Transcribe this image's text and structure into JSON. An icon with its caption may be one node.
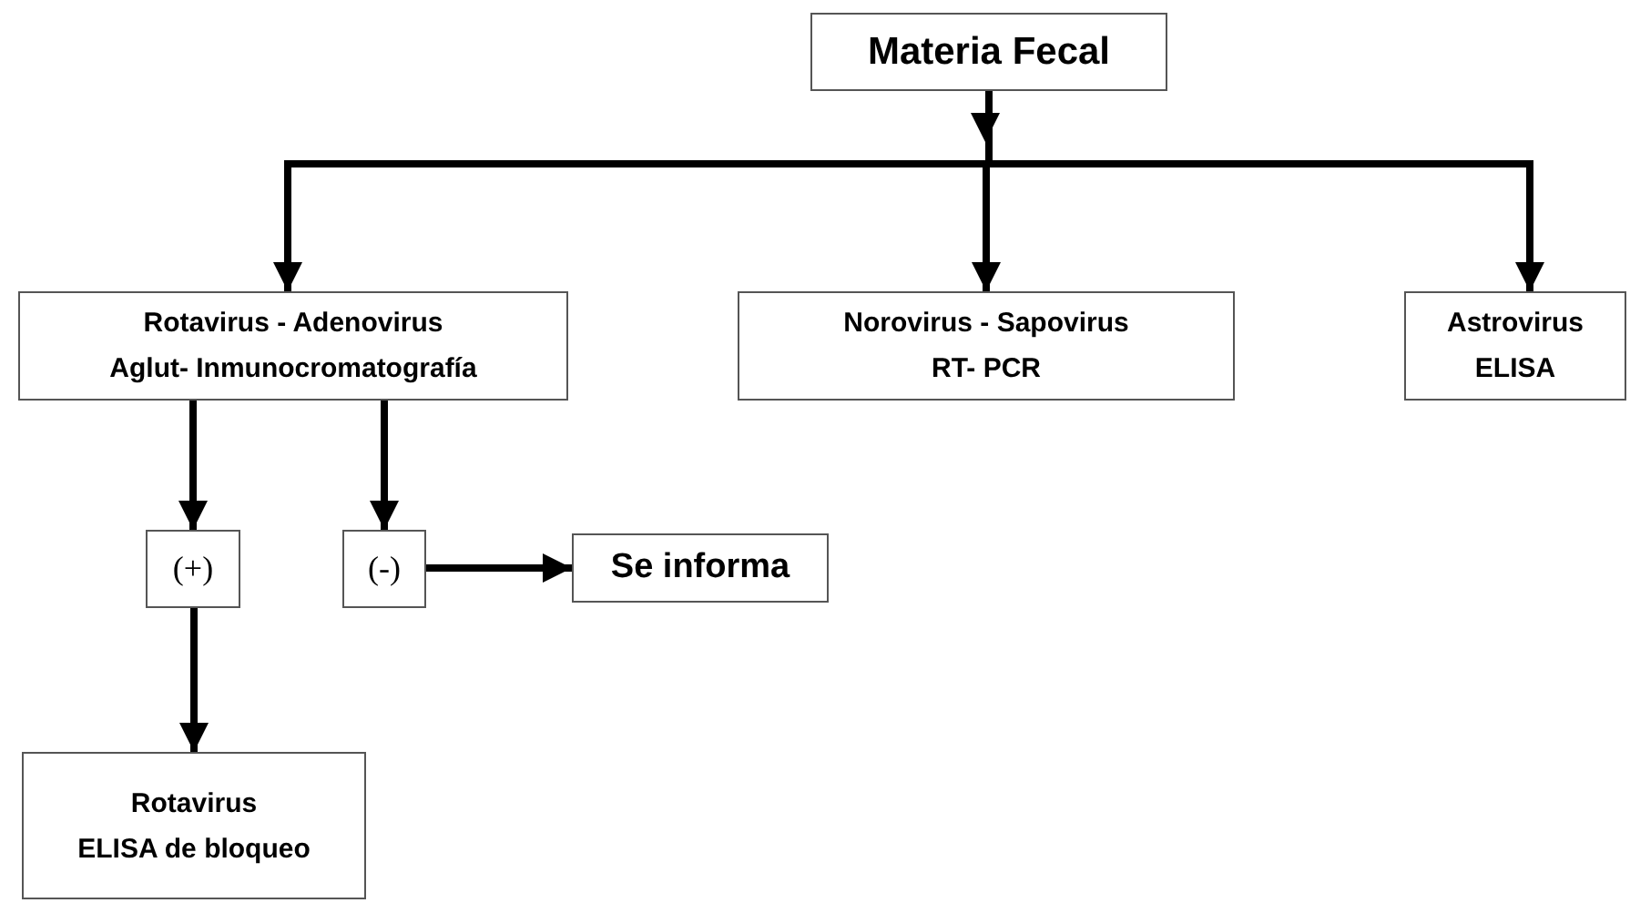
{
  "diagram": {
    "nodes": [
      {
        "text": [
          "Materia Fecal"
        ]
      },
      {
        "text": [
          "Rotavirus - Adenovirus",
          "Aglut- Inmunocromatografía"
        ]
      },
      {
        "text": [
          "Norovirus - Sapovirus",
          "RT- PCR"
        ]
      },
      {
        "text": [
          "Astrovirus",
          "ELISA"
        ]
      },
      {
        "text": [
          "(+)"
        ]
      },
      {
        "text": [
          "(-)"
        ]
      },
      {
        "text": [
          "Se informa"
        ]
      },
      {
        "text": [
          "Rotavirus",
          "ELISA de bloqueo"
        ]
      }
    ],
    "edges": [
      {
        "from": 0,
        "to": 1,
        "arrow": "to"
      },
      {
        "from": 0,
        "to": 2,
        "arrow": "to"
      },
      {
        "from": 0,
        "to": 3,
        "arrow": "to"
      },
      {
        "from": 1,
        "to": 4,
        "arrow": "to"
      },
      {
        "from": 1,
        "to": 5,
        "arrow": "to"
      },
      {
        "from": 5,
        "to": 6,
        "arrow": "to"
      },
      {
        "from": 4,
        "to": 7,
        "arrow": "to"
      }
    ]
  }
}
